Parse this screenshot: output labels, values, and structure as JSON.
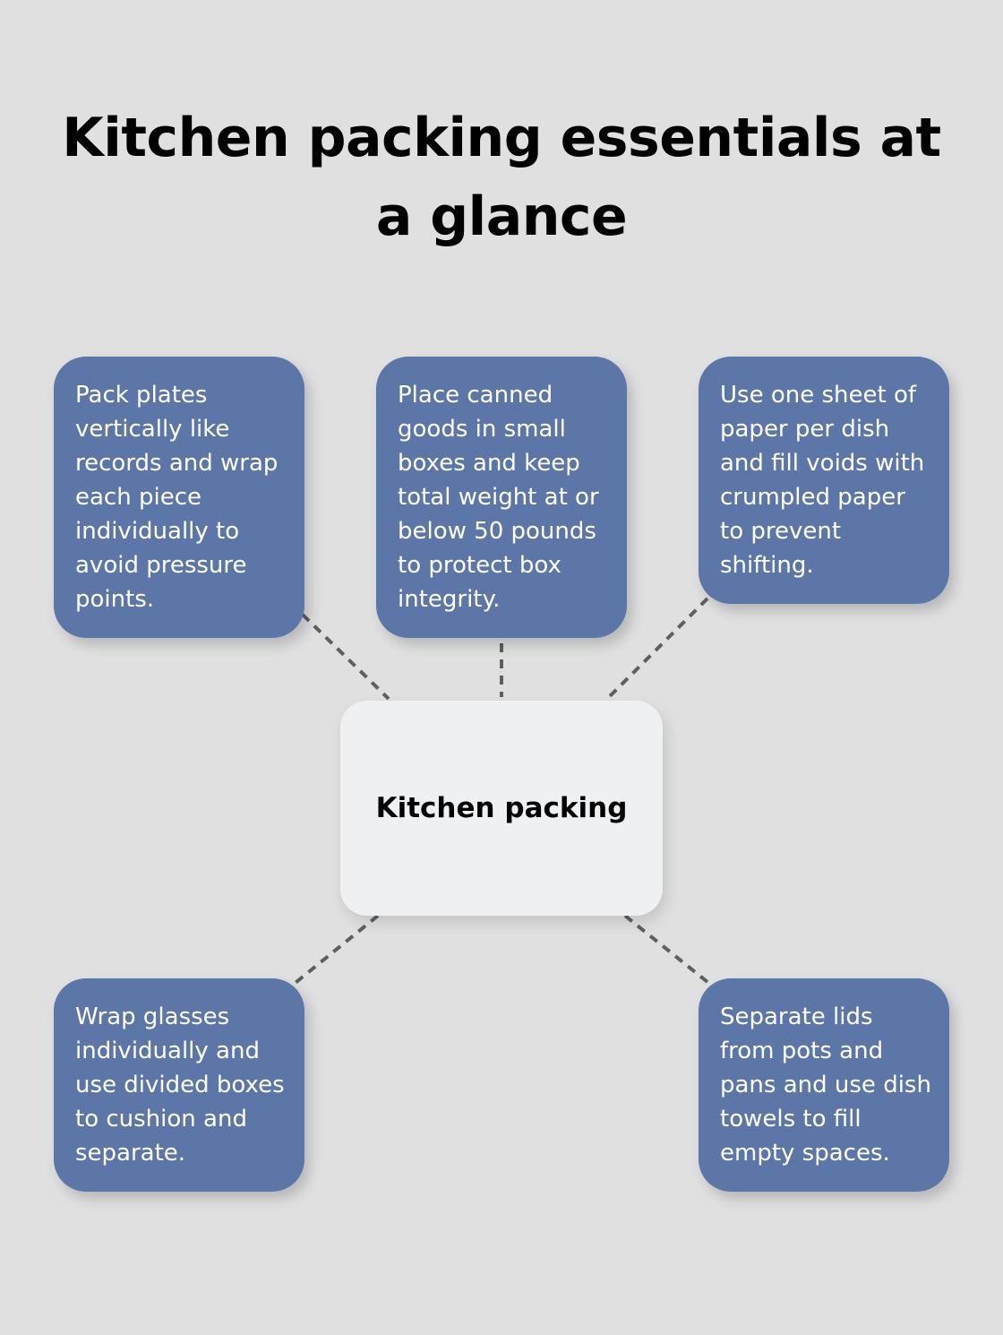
{
  "title": "Kitchen packing essentials at a glance",
  "center": {
    "label": "Kitchen packing"
  },
  "cards": [
    {
      "text": "Pack plates vertically like records and wrap each piece individually to avoid pressure points."
    },
    {
      "text": "Place canned goods in small boxes and keep total weight at or below 50 pounds to protect box integrity."
    },
    {
      "text": "Use one sheet of paper per dish and fill voids with crumpled paper to prevent shifting."
    },
    {
      "text": "Wrap glasses individually and use divided boxes to cushion and separate."
    },
    {
      "text": "Separate lids from pots and pans and use dish towels to fill empty spaces."
    }
  ],
  "colors": {
    "background": "#dfe0df",
    "card": "#5d76a8",
    "center": "#eff0f2",
    "connector": "#5f5f5f"
  }
}
